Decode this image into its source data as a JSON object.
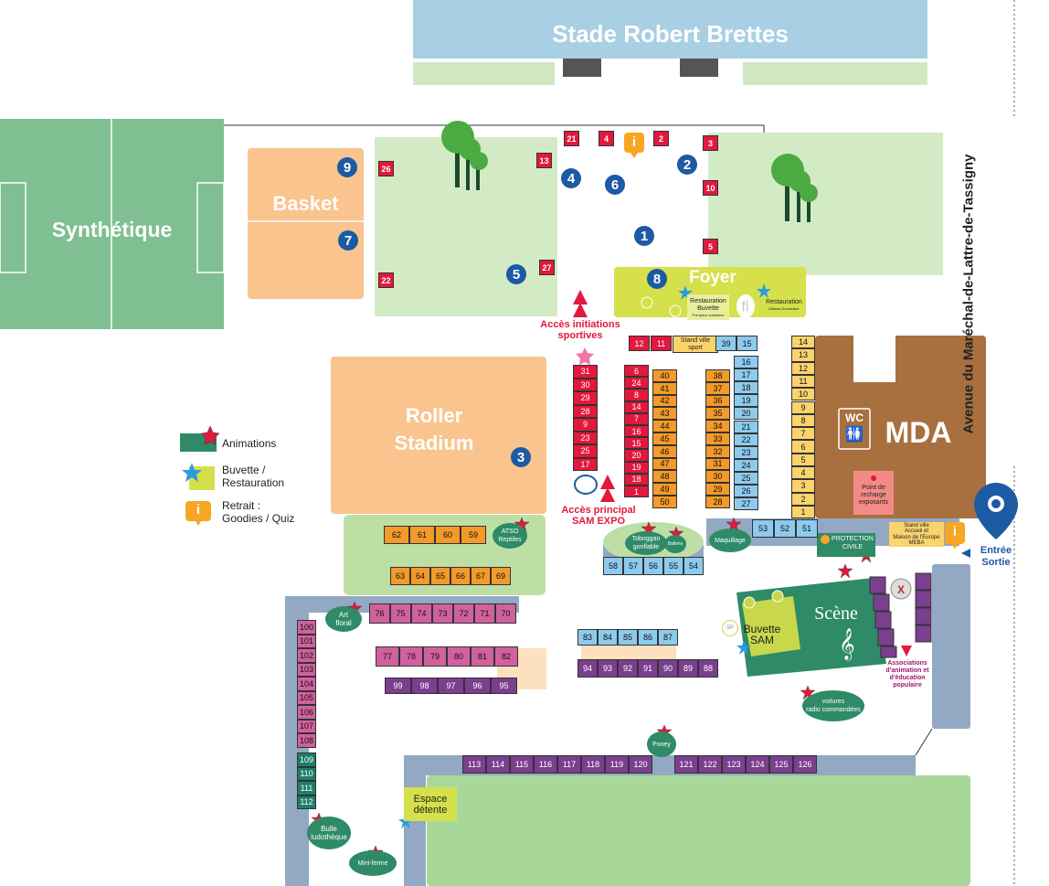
{
  "title_stade": "Stade Robert Brettes",
  "avenue": "Avenue du Maréchal-de-Lattre-de-Tassigny",
  "zones": {
    "synthetique": "Synthétique",
    "basket": "Basket",
    "roller": "Roller\nStadium",
    "foyer": "Foyer",
    "mda": "MDA",
    "wc": "WC",
    "scene": "Scène"
  },
  "labels": {
    "acces_init": "Accès initiations\nsportives",
    "acces_principal": "Accès principal\nSAM EXPO",
    "entree_sortie": "Entrée\nSortie",
    "asso_anim": "Associations\nd'animation et\nd'éducation\npopulaire",
    "point_recharge": "Point de\nrecharge\nexposants",
    "stand_ville_sport": "Stand ville\nsport",
    "stand_ville_accueil": "Stand ville\nAccueil et\nMaison de l'Europe\nMEBA",
    "protection_civile": "PROTECTION\nCIVILE",
    "resto1": "Restauration\nBuvette",
    "resto1_sub": "Pompiers solidaires",
    "resto2": "Restauration",
    "resto2_sub": "Maison Drouinaise",
    "buvette_sam": "Buvette\nSAM",
    "espace_detente": "Espace\ndétente"
  },
  "legend": {
    "animations": "Animations",
    "buvette": "Buvette /\nRestauration",
    "retrait": "Retrait :\nGoodies / Quiz"
  },
  "ovals": {
    "atso": "ATSO\nReptiles",
    "toboggan": "Toboggan\ngonflable",
    "ballons": "Ballons",
    "maquillage": "Maquillage",
    "art_floral": "Art\nfloral",
    "poney": "Poney",
    "voitures": "voitures\nradio commandées",
    "bulle": "Bulle\nludothèque",
    "mini_ferme": "Mini-ferme"
  },
  "circles": [
    "1",
    "2",
    "3",
    "4",
    "5",
    "6",
    "7",
    "8",
    "9"
  ],
  "red_squares": [
    "21",
    "4",
    "2",
    "3",
    "13",
    "10",
    "26",
    "5",
    "27",
    "22"
  ],
  "stand_groups": {
    "row_12_15": [
      "12",
      "11",
      "39",
      "15"
    ],
    "col_31": [
      "31",
      "30",
      "29",
      "28",
      "9",
      "23",
      "25",
      "17"
    ],
    "col_6": [
      "6",
      "24",
      "8",
      "14",
      "7",
      "16",
      "15",
      "20",
      "19",
      "18",
      "1"
    ],
    "col_40": [
      "40",
      "41",
      "42",
      "43",
      "44",
      "45",
      "46",
      "47",
      "48",
      "49",
      "50"
    ],
    "col_38": [
      "38",
      "37",
      "36",
      "35",
      "34",
      "33",
      "32",
      "31",
      "30",
      "29",
      "28"
    ],
    "col_16": [
      "16",
      "17",
      "18",
      "19",
      "20",
      "21",
      "22",
      "23",
      "24",
      "25",
      "26",
      "27"
    ],
    "col_14": [
      "14",
      "13",
      "12",
      "11",
      "10",
      "9",
      "8",
      "7",
      "6",
      "5",
      "4",
      "3",
      "2",
      "1"
    ],
    "row_53": [
      "53",
      "52",
      "51"
    ],
    "row_62": [
      "62",
      "61",
      "60",
      "59"
    ],
    "row_63": [
      "63",
      "64",
      "65",
      "66",
      "67",
      "69"
    ],
    "row_58": [
      "58",
      "57",
      "56",
      "55",
      "54"
    ],
    "row_76": [
      "76",
      "75",
      "74",
      "73",
      "72",
      "71",
      "70"
    ],
    "col_100": [
      "100",
      "101",
      "102",
      "103",
      "104",
      "105",
      "106",
      "107",
      "108"
    ],
    "col_109": [
      "109",
      "110",
      "111",
      "112"
    ],
    "row_77": [
      "77",
      "78",
      "79",
      "80",
      "81",
      "82"
    ],
    "row_99": [
      "99",
      "98",
      "97",
      "96",
      "95"
    ],
    "row_83": [
      "83",
      "84",
      "85",
      "86",
      "87"
    ],
    "row_94": [
      "94",
      "93",
      "92",
      "91",
      "90",
      "89",
      "88"
    ],
    "row_113": [
      "113",
      "114",
      "115",
      "116",
      "117",
      "118",
      "119",
      "120"
    ],
    "row_121": [
      "121",
      "122",
      "123",
      "124",
      "125",
      "126"
    ]
  },
  "colors": {
    "stade_blue": "#a8cfe3",
    "green_light": "#bddfa6",
    "green_field": "#7fbf91",
    "orange_light": "#f9c48d",
    "brown": "#a9703f",
    "grey_blue": "#93a8c2",
    "red": "#e2183d",
    "orange": "#f39a2a",
    "blue_stand": "#8dcbee",
    "pink": "#d0619e",
    "purple": "#7b3f8f",
    "teal": "#1e7d6b",
    "yellow": "#fbd36c",
    "lime": "#d5e04a",
    "dark_blue": "#1c5aa3"
  }
}
